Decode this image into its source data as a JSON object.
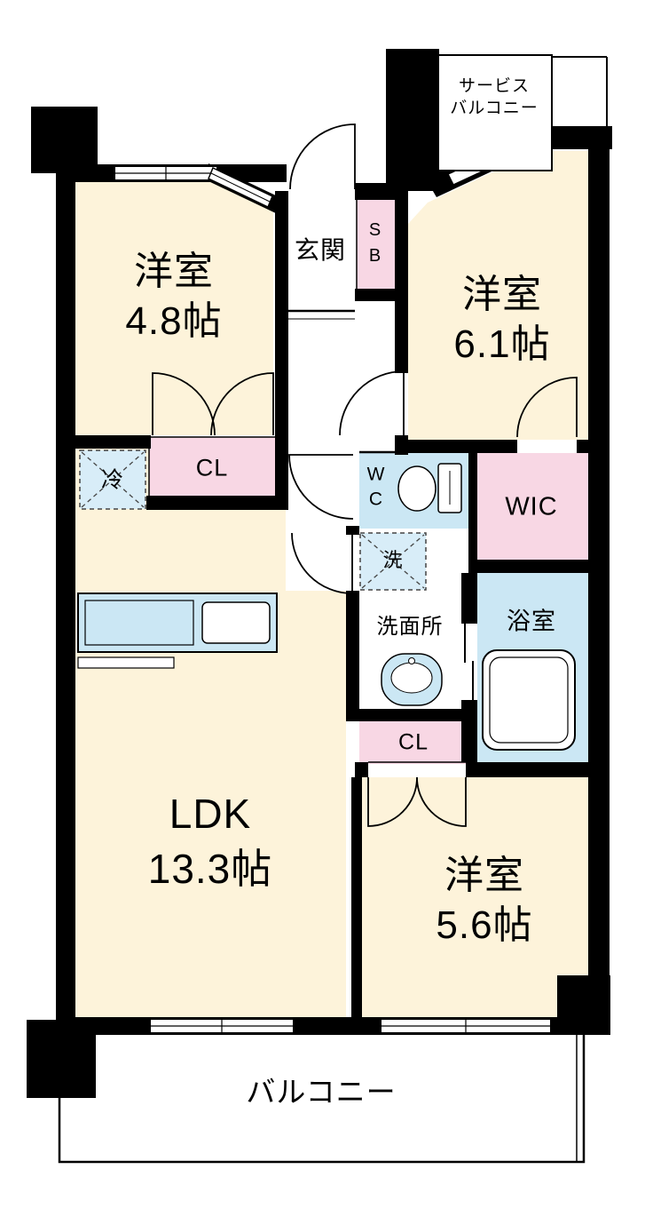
{
  "rooms": {
    "bedroom1": {
      "name": "洋室",
      "size": "4.8帖"
    },
    "bedroom2": {
      "name": "洋室",
      "size": "6.1帖"
    },
    "bedroom3": {
      "name": "洋室",
      "size": "5.6帖"
    },
    "ldk": {
      "name": "LDK",
      "size": "13.3帖"
    },
    "entrance": {
      "label": "玄関"
    },
    "shoe_box": {
      "line1": "S",
      "line2": "B"
    },
    "service_balcony": {
      "line1": "サービス",
      "line2": "バルコニー"
    },
    "closet_bedroom1": {
      "label": "CL"
    },
    "closet_bedroom3": {
      "label": "CL"
    },
    "walk_in_closet": {
      "label": "WIC"
    },
    "refrigerator_space": {
      "label": "冷"
    },
    "toilet": {
      "line1": "W",
      "line2": "C"
    },
    "washer_space": {
      "label": "洗"
    },
    "washroom": {
      "label": "洗面所"
    },
    "bathroom": {
      "label": "浴室"
    },
    "balcony": {
      "label": "バルコニー"
    }
  },
  "colors": {
    "wall": "#000000",
    "room_fill": "#FDF3DA",
    "closet_fill": "#F8D7E4",
    "water_fill": "#CBE7F4",
    "appliance_box_fill": "#D8EDF8"
  }
}
